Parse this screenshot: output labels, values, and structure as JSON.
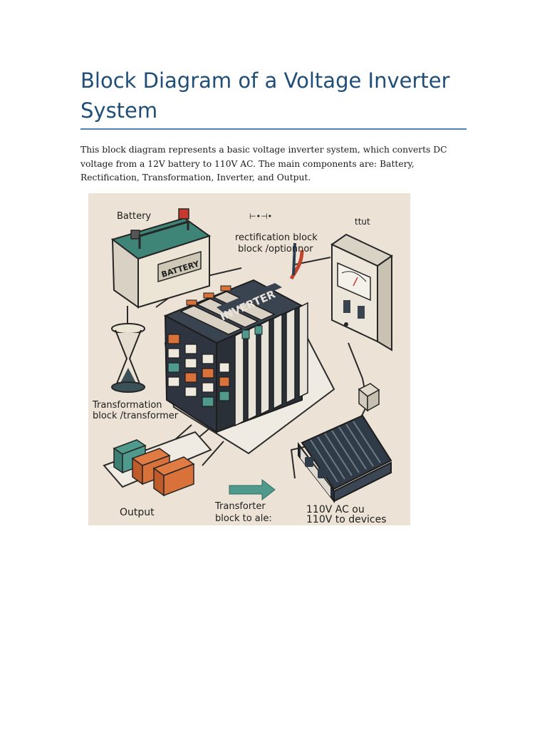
{
  "document": {
    "title": "Block Diagram of a Voltage Inverter System",
    "description": "This block diagram represents a basic voltage inverter system, which converts DC voltage from a 12V battery to 110V AC. The main components are: Battery, Rectification, Transformation, Inverter, and Output."
  },
  "figure": {
    "labels": {
      "battery": "Battery",
      "battery_body": "BATTERY",
      "rectification_1": "rectification block",
      "rectification_2": "block /optionnor",
      "top_symbol": "⊢•⊣•",
      "output_top": "ttut",
      "inverter": "INVERTER",
      "transformation_1": "Transformation",
      "transformation_2": "block /transformer",
      "output": "Output",
      "transforter_1": "Transforter",
      "transforter_2": "block to ale:",
      "ac_1": "110V  AC ou",
      "ac_2": "110V  to devices"
    },
    "colors": {
      "background": "#ece3d6",
      "dark": "#2e3440",
      "teal": "#3f8a80",
      "orange": "#d9713a",
      "cream": "#f1ece2"
    }
  }
}
